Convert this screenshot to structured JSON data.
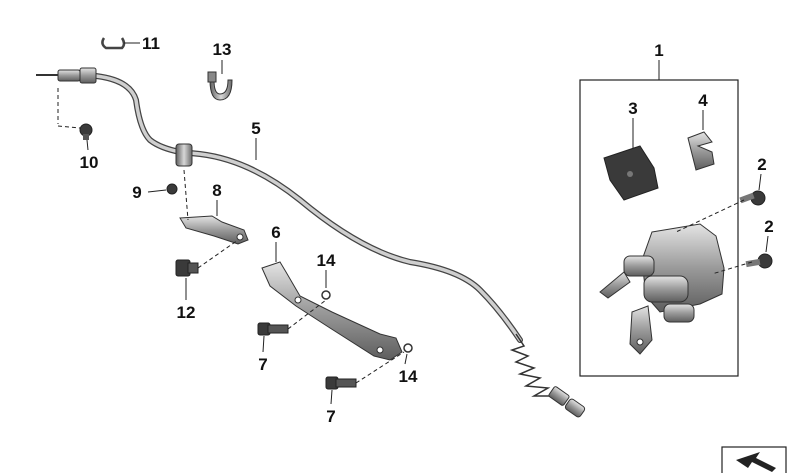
{
  "diagram": {
    "callouts": [
      {
        "id": "c1",
        "label": "1"
      },
      {
        "id": "c2a",
        "label": "2"
      },
      {
        "id": "c2b",
        "label": "2"
      },
      {
        "id": "c3",
        "label": "3"
      },
      {
        "id": "c4",
        "label": "4"
      },
      {
        "id": "c5",
        "label": "5"
      },
      {
        "id": "c6",
        "label": "6"
      },
      {
        "id": "c7a",
        "label": "7"
      },
      {
        "id": "c7b",
        "label": "7"
      },
      {
        "id": "c8",
        "label": "8"
      },
      {
        "id": "c9",
        "label": "9"
      },
      {
        "id": "c10",
        "label": "10"
      },
      {
        "id": "c11",
        "label": "11"
      },
      {
        "id": "c12",
        "label": "12"
      },
      {
        "id": "c13",
        "label": "13"
      },
      {
        "id": "c14a",
        "label": "14"
      },
      {
        "id": "c14b",
        "label": "14"
      }
    ],
    "colors": {
      "metal": "#9a9a9a",
      "metal_dark": "#5e5e5e",
      "metal_light": "#d6d6d6",
      "rubber": "#3a3a3a",
      "outline": "#222222"
    },
    "icons": {
      "navigation": "arrow-up-left-icon"
    }
  }
}
